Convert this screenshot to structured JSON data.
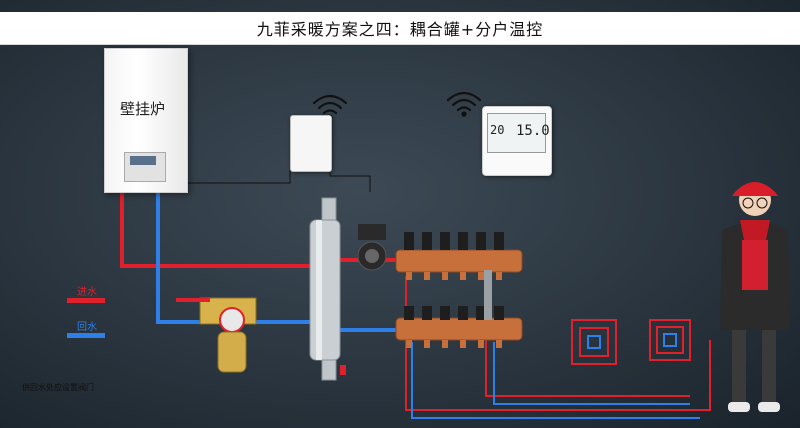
{
  "title": "九菲采暖方案之四：耦合罐+分户温控",
  "boiler_label": "壁挂炉",
  "legend": {
    "supply": "进水",
    "return": "回水"
  },
  "note": "供回水处应设置阀门",
  "thermostat": {
    "left_value": "20",
    "right_value": "15.0"
  },
  "colors": {
    "supply": "#e0202a",
    "return": "#2e7fe8",
    "copper": "#c8703c"
  },
  "icons": [
    "wifi-icon",
    "wifi-icon",
    "temperature-controller-icon",
    "thermostat-icon",
    "coupling-tank-icon",
    "circulation-pump-icon",
    "manifold-icon",
    "valve-icon",
    "floor-heating-coil-icon",
    "person-illustration"
  ]
}
